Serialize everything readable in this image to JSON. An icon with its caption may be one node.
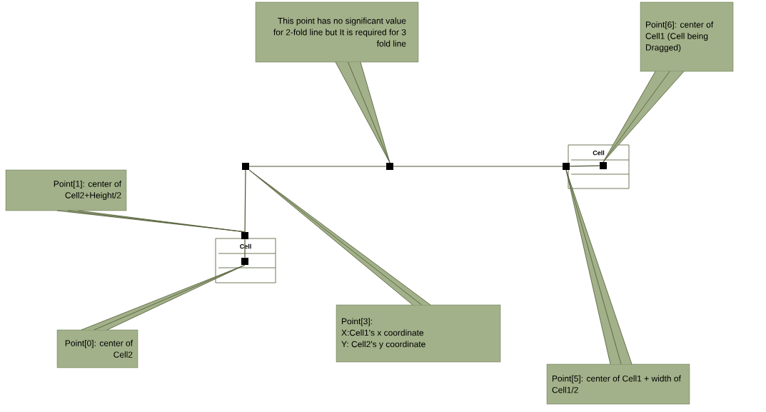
{
  "diagram": {
    "nodes": [
      {
        "text": [
          "This point has no significant value for 2-fold line but It is required for 3 fold line"
        ]
      },
      {
        "text": [
          "Point[6]: center of Cell1 (Cell being Dragged)"
        ]
      },
      {
        "text": [],
        "shape": "box"
      },
      {
        "text": [],
        "shape": "box"
      },
      {
        "text": [],
        "shape": "box"
      },
      {
        "text": [
          "Cell"
        ]
      },
      {
        "text": [],
        "shape": "box",
        "in": 5
      },
      {
        "text": [
          "Point[1]: center of Cell2+Height/2"
        ]
      },
      {
        "text": [],
        "shape": "box"
      },
      {
        "text": [
          "Cell"
        ]
      },
      {
        "text": [],
        "shape": "box",
        "in": 9
      },
      {
        "text": [
          "Point[3]:",
          "X:Cell1's x coordinate",
          "Y: Cell2's y coordinate"
        ]
      },
      {
        "text": [
          "Point[0]: center of Cell2"
        ]
      },
      {
        "text": [
          "Point[5]: center of Cell1 + width of Cell1/2"
        ]
      }
    ],
    "edges": [
      {
        "from": 10,
        "to": 8,
        "arrow": "none"
      },
      {
        "from": 8,
        "to": 2,
        "arrow": "none"
      },
      {
        "from": 2,
        "to": 3,
        "arrow": "none"
      },
      {
        "from": 3,
        "to": 4,
        "arrow": "none"
      },
      {
        "from": 4,
        "to": 6,
        "arrow": "none"
      },
      {
        "from": 0,
        "to": 3,
        "arrow": "none"
      },
      {
        "from": 1,
        "to": 6,
        "arrow": "none"
      },
      {
        "from": 7,
        "to": 8,
        "arrow": "none"
      },
      {
        "from": 11,
        "to": 2,
        "arrow": "none"
      },
      {
        "from": 12,
        "to": 10,
        "arrow": "none"
      },
      {
        "from": 13,
        "to": 4,
        "arrow": "none"
      }
    ]
  }
}
